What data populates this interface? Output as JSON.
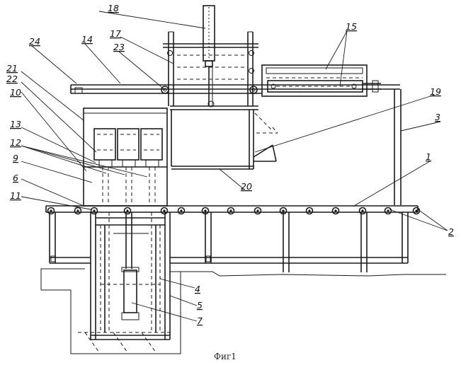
{
  "labels": {
    "l1": "1",
    "l2": "2",
    "l3": "3",
    "l4": "4",
    "l5": "5",
    "l6": "6",
    "l7": "7",
    "l9": "9",
    "l10": "10",
    "l11": "11",
    "l12": "12",
    "l13": "13",
    "l14": "14",
    "l15": "15",
    "l17": "17",
    "l18": "18",
    "l19": "19",
    "l20": "20",
    "l21": "21",
    "l22": "22",
    "l23": "23",
    "l24": "24"
  },
  "caption": "Фиг1"
}
